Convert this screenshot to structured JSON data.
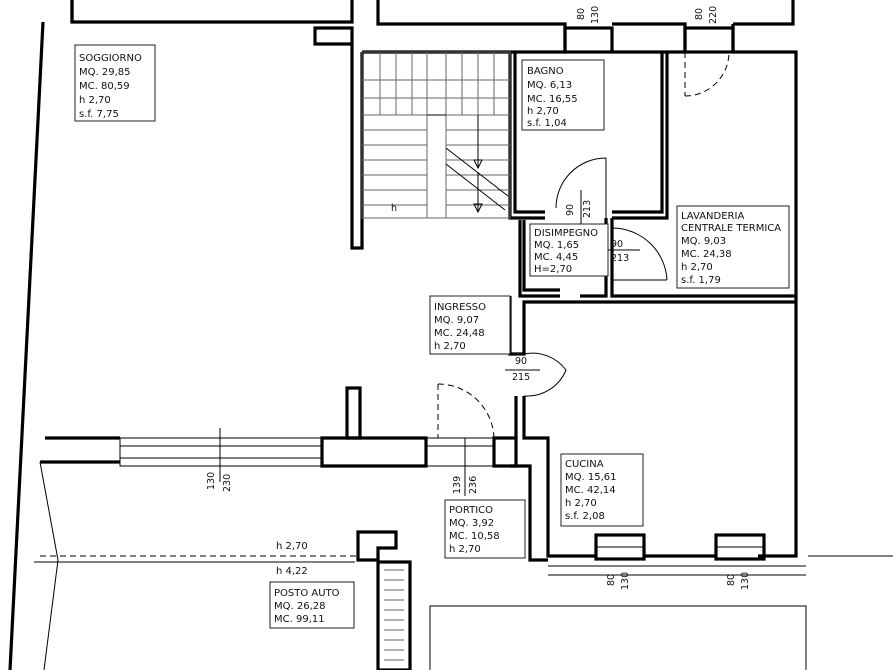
{
  "rooms": {
    "soggiorno": [
      "SOGGIORNO",
      "MQ. 29,85",
      "MC. 80,59",
      "h 2,70",
      "s.f. 7,75"
    ],
    "bagno": [
      "BAGNO",
      "MQ. 6,13",
      "MC. 16,55",
      "h 2,70",
      "s.f. 1,04"
    ],
    "lavanderia": [
      "LAVANDERIA",
      "CENTRALE TERMICA",
      "MQ. 9,03",
      "MC. 24,38",
      "h 2,70",
      "s.f. 1,79"
    ],
    "disimpegno": [
      "DISIMPEGNO",
      "MQ. 1,65",
      "MC. 4,45",
      "H=2,70"
    ],
    "ingresso": [
      "INGRESSO",
      "MQ. 9,07",
      "MC. 24,48",
      "h 2,70"
    ],
    "cucina": [
      "CUCINA",
      "MQ. 15,61",
      "MC. 42,14",
      "h 2,70",
      "s.f. 2,08"
    ],
    "portico": [
      "PORTICO",
      "MQ. 3,92",
      "MC. 10,58",
      "h 2,70"
    ],
    "posto_auto": [
      "POSTO AUTO",
      "MQ. 26,28",
      "MC. 99,11"
    ]
  },
  "heights": {
    "upper": "h 2,70",
    "lower": "h 4,22"
  },
  "dimensions": {
    "win_bagno": [
      "80",
      "130"
    ],
    "win_lavanderia": [
      "80",
      "220"
    ],
    "door_bagno": [
      "90",
      "213"
    ],
    "door_lavanderia": [
      "90",
      "213"
    ],
    "door_cucina": [
      "90",
      "215"
    ],
    "win_soggiorno": [
      "130",
      "230"
    ],
    "door_portico": [
      "139",
      "236"
    ],
    "win_cucina_left": [
      "80",
      "130"
    ],
    "win_cucina_right": [
      "80",
      "130"
    ],
    "stair_arrow": "h"
  }
}
